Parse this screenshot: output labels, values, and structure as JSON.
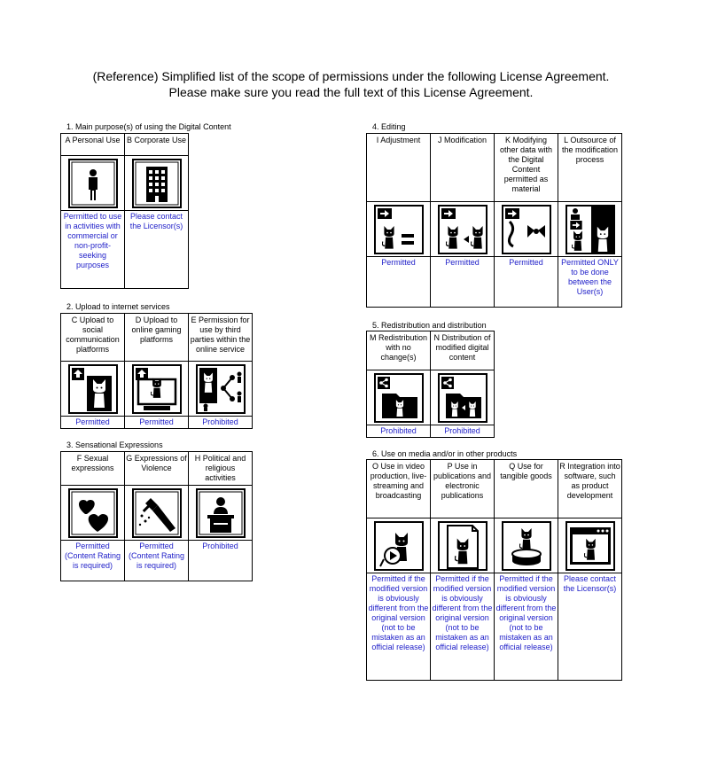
{
  "header": {
    "line1": "(Reference) Simplified list of the scope of permissions under the following License Agreement.",
    "line2": "Please make sure you read the full text of this License Agreement."
  },
  "colors": {
    "permission_text": "#1d1dc8",
    "border": "#000000"
  },
  "sections": {
    "s1": {
      "title": "1. Main purpose(s) of using the Digital Content",
      "items": [
        {
          "label": "A Personal Use",
          "icon": "person-icon",
          "permission": "Permitted to use in activities with commercial or non-profit-seeking purposes"
        },
        {
          "label": "B Corporate Use",
          "icon": "building-icon",
          "permission": "Please contact the Licensor(s)"
        }
      ]
    },
    "s2": {
      "title": "2. Upload to internet services",
      "items": [
        {
          "label": "C Upload to social communication platforms",
          "icon": "social-upload-icon",
          "permission": "Permitted"
        },
        {
          "label": "D Upload to online gaming platforms",
          "icon": "gaming-upload-icon",
          "permission": "Permitted"
        },
        {
          "label": "E Permission for use by third parties within the online service",
          "icon": "share-network-icon",
          "permission": "Prohibited"
        }
      ]
    },
    "s3": {
      "title": "3. Sensational Expressions",
      "items": [
        {
          "label": "F Sexual expressions",
          "icon": "hearts-icon",
          "permission": "Permitted (Content Rating is required)"
        },
        {
          "label": "G Expressions of Violence",
          "icon": "knife-icon",
          "permission": "Permitted (Content Rating is required)"
        },
        {
          "label": "H Political and religious activities",
          "icon": "podium-icon",
          "permission": "Prohibited"
        }
      ]
    },
    "s4": {
      "title": "4. Editing",
      "items": [
        {
          "label": "I Adjustment",
          "icon": "adjustment-icon",
          "permission": "Permitted"
        },
        {
          "label": "J Modification",
          "icon": "modification-icon",
          "permission": "Permitted"
        },
        {
          "label": "K Modifying other data with the Digital Content permitted as material",
          "icon": "modify-other-icon",
          "permission": "Permitted"
        },
        {
          "label": "L Outsource of the modification process",
          "icon": "outsource-icon",
          "permission": "Permitted ONLY to be done between the User(s)"
        }
      ]
    },
    "s5": {
      "title": "5. Redistribution and distribution",
      "items": [
        {
          "label": "M Redistribution with no change(s)",
          "icon": "redistribution-icon",
          "permission": "Prohibited"
        },
        {
          "label": "N Distribution of modified digital content",
          "icon": "modified-distribution-icon",
          "permission": "Prohibited"
        }
      ]
    },
    "s6": {
      "title": "6. Use on media and/or in other products",
      "items": [
        {
          "label": "O Use in video production, live-streaming and broadcasting",
          "icon": "video-icon",
          "permission": "Permitted if the modified version is obviously different from the original version (not to be mistaken as an official release)"
        },
        {
          "label": "P Use in publications and electronic publications",
          "icon": "publication-icon",
          "permission": "Permitted if the modified version is obviously different from the original version (not to be mistaken as an official release)"
        },
        {
          "label": "Q Use for tangible goods",
          "icon": "goods-icon",
          "permission": "Permitted if the modified version is obviously different from the original version (not to be mistaken as an official release)"
        },
        {
          "label": "R Integration into software, such as product development",
          "icon": "software-icon",
          "permission": "Please contact the Licensor(s)"
        }
      ]
    }
  }
}
